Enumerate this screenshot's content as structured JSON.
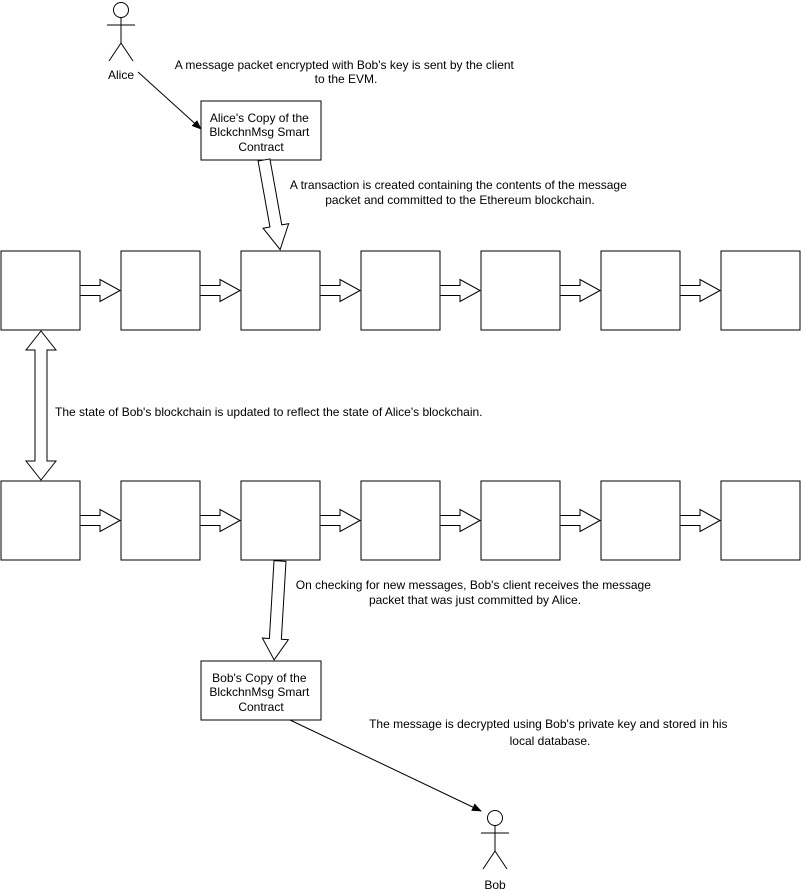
{
  "actors": {
    "alice": "Alice",
    "bob": "Bob"
  },
  "contracts": {
    "alice": [
      "Alice's Copy of the",
      "BlckchnMsg Smart",
      "Contract"
    ],
    "bob": [
      "Bob's Copy of the",
      "BlckchnMsg Smart",
      "Contract"
    ]
  },
  "notes": {
    "send": [
      "A message packet encrypted with Bob's key is sent by the client",
      "to the EVM."
    ],
    "commit": [
      "A transaction is created containing the contents of the message",
      "packet and committed to the Ethereum blockchain."
    ],
    "sync": [
      "The state of Bob's blockchain is updated to reflect the state of Alice's blockchain."
    ],
    "receive": [
      "On checking for new messages, Bob's client receives the message",
      "packet that was just committed by Alice."
    ],
    "decrypt": [
      "The message is decrypted using Bob's private key and stored in his",
      "local database."
    ]
  },
  "colors": {
    "stroke": "#000000",
    "fill": "#ffffff"
  }
}
